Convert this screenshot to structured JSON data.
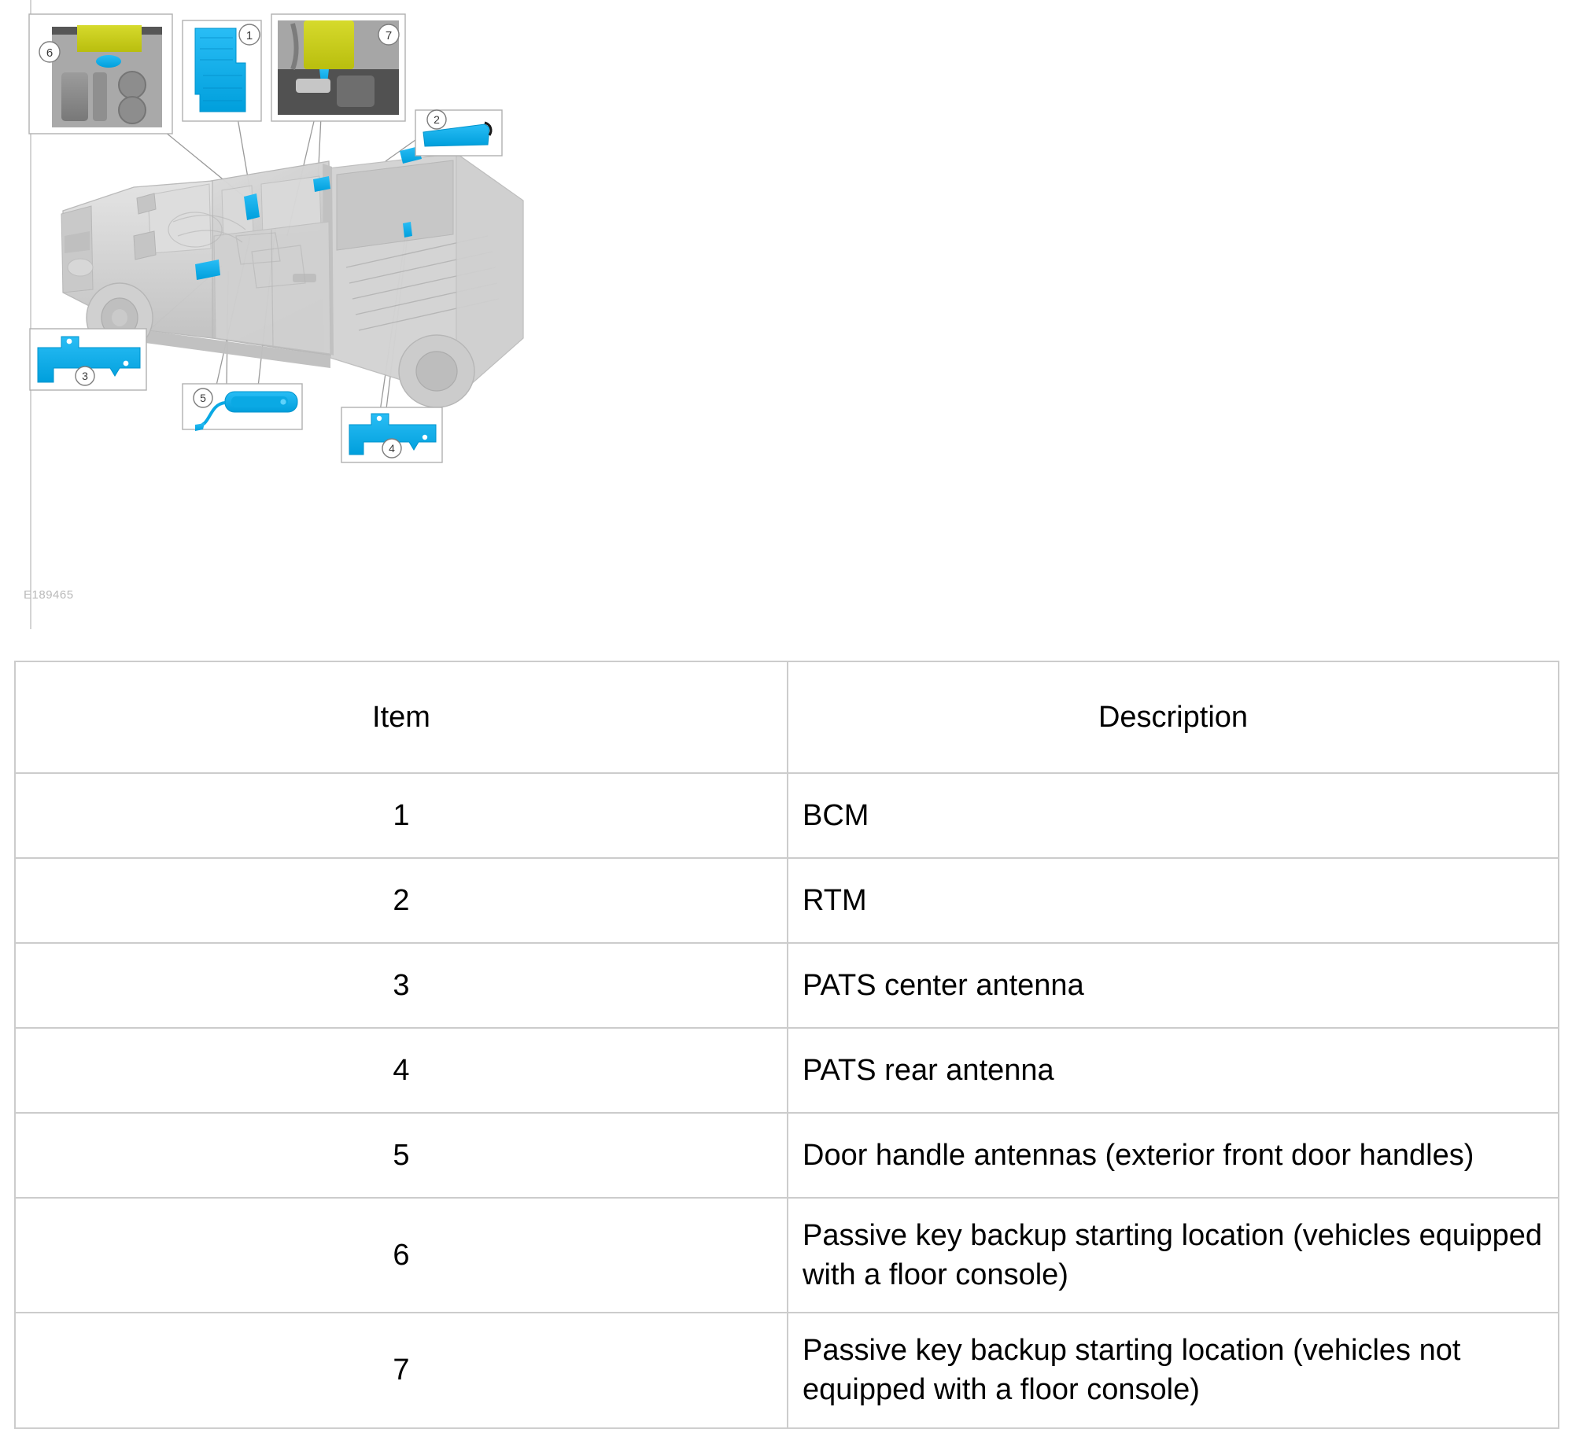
{
  "diagram": {
    "reference_code": "E189465",
    "colors": {
      "highlight_blue": "#00AEEF",
      "highlight_yellow": "#C8CC16",
      "vehicle_gray": "#c9c9c9",
      "callout_border": "#b0b0b0",
      "leader_line": "#9a9a9a",
      "table_border": "#cccccc"
    },
    "callouts": [
      {
        "number": "1",
        "name": "bcm-module-callout"
      },
      {
        "number": "2",
        "name": "rtm-module-callout"
      },
      {
        "number": "3",
        "name": "pats-center-antenna-callout"
      },
      {
        "number": "4",
        "name": "pats-rear-antenna-callout"
      },
      {
        "number": "5",
        "name": "door-handle-antenna-callout"
      },
      {
        "number": "6",
        "name": "passive-key-backup-floor-console-callout"
      },
      {
        "number": "7",
        "name": "passive-key-backup-no-floor-console-callout"
      }
    ]
  },
  "table": {
    "headers": {
      "item": "Item",
      "description": "Description"
    },
    "rows": [
      {
        "item": "1",
        "description": "BCM"
      },
      {
        "item": "2",
        "description": "RTM"
      },
      {
        "item": "3",
        "description": "PATS center antenna"
      },
      {
        "item": "4",
        "description": "PATS rear antenna"
      },
      {
        "item": "5",
        "description": "Door handle antennas (exterior front door handles)"
      },
      {
        "item": "6",
        "description": "Passive key backup starting location (vehicles equipped with a floor console)"
      },
      {
        "item": "7",
        "description": "Passive key backup starting location (vehicles not equipped with a floor console)"
      }
    ]
  }
}
